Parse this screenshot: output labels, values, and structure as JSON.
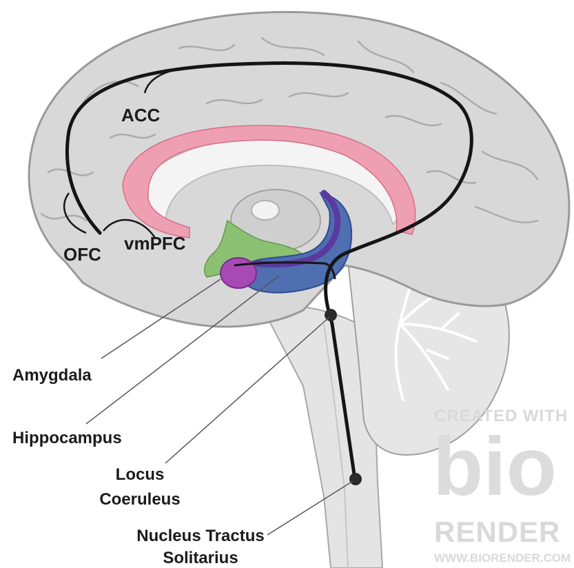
{
  "labels": {
    "acc": "ACC",
    "ofc": "OFC",
    "vmpfc": "vmPFC",
    "amygdala": "Amygdala",
    "hippocampus": "Hippocampus",
    "locus_line1": "Locus",
    "locus_line2": "Coeruleus",
    "nts_line1": "Nucleus Tractus",
    "nts_line2": "Solitarius"
  },
  "watermark": {
    "created_with": "CREATED WITH",
    "bio": "bio",
    "render": "RENDER",
    "url": "WWW.BIORENDER.COM"
  },
  "colors": {
    "cortex": "#d7d7d7",
    "cortex_outline": "#9a9a9a",
    "cingulate": "#ef9fb0",
    "hippocampus": "#4b6db0",
    "amygdala": "#a244b2",
    "hypothalamus": "#7fb76a",
    "pathway": "#151515",
    "leader": "#555555"
  }
}
